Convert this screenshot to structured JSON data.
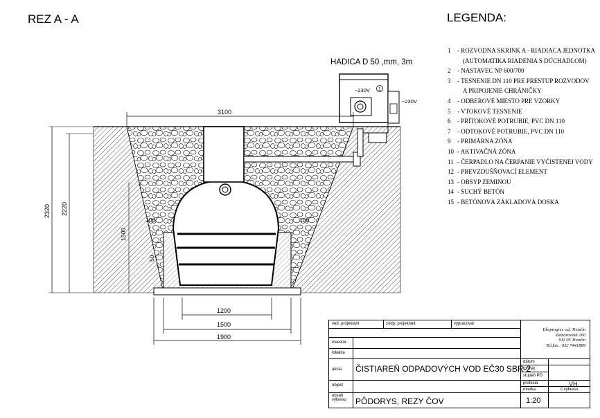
{
  "section_title": "REZ A - A",
  "legend_title": "LEGENDA:",
  "legend": [
    {
      "num": "1",
      "text": "- ROZVODNA SKRINK A - RIADIACA JEDNOTKA"
    },
    {
      "num": "",
      "text": "(AUTOMATIKA RIADENIA S DÚCHADLOM)"
    },
    {
      "num": "2",
      "text": "- NASTAVEC NP 600/700"
    },
    {
      "num": "3",
      "text": "- TESNENIE DN 110 PRE PRESTUP ROZVODOV"
    },
    {
      "num": "",
      "text": "A PRIPOJENIE CHRÁNIČKY"
    },
    {
      "num": "4",
      "text": "- ODBEROVÉ MIESTO PRE VZORKY"
    },
    {
      "num": "5",
      "text": "- VTOKOVÉ TESNENIE"
    },
    {
      "num": "6",
      "text": "- PRÍTOKOVÉ POTRUBIE, PVC DN 110"
    },
    {
      "num": "7",
      "text": "- ODTOKOVÉ POTRUBIE, PVC DN 110"
    },
    {
      "num": "9",
      "text": "- PRIMÁRNA ZÓNA"
    },
    {
      "num": "10",
      "text": "- AKTIVAČNÁ ZÓNA"
    },
    {
      "num": "11",
      "text": "- ČERPADLO NA ČERPANIE VYČISTENEJ VODY"
    },
    {
      "num": "12",
      "text": "- PREVZDUŠŇOVACÍ ELEMENT"
    },
    {
      "num": "13",
      "text": "- OBSYP ZEMINOU"
    },
    {
      "num": "14",
      "text": "- SUCHÝ BETÓN"
    },
    {
      "num": "15",
      "text": "- BETÓNOVÁ ZÁKLADOVÁ DOSKA"
    }
  ],
  "drawing": {
    "hose_label": "HADICA D 50 ,mm, 3m",
    "voltage_box": "~230V",
    "voltage_side": "~230V",
    "circled_num": "1",
    "dim_top": "3100",
    "dim_2320": "2320",
    "dim_2220": "2220",
    "dim_1500v": "1500",
    "dim_100a": "100",
    "dim_100b": "100",
    "dim_50": "50",
    "dim_1200": "1200",
    "dim_1500h": "1500",
    "dim_1900": "1900"
  },
  "title_block": {
    "ved_projektant": "ved. projektant",
    "zodp_projektant": "zodp. projektant",
    "vypracoval": "vypracoval",
    "investor": "investor",
    "lokalita": "lokalita",
    "akcia": "akcia",
    "objekt": "objekt",
    "obsah_1": "obsah",
    "obsah_2": "výkresu",
    "project_name": "ČISTIAREŇ ODPADOVÝCH VOD  EČ30 SBR-2",
    "drawing_name": "PÔDORYS, REZY ČOV",
    "company_1": "Ekoprogres v.d. Trenčín",
    "company_2": "Zamarovská 260",
    "company_3": "911 05 Trenčín",
    "company_4": "Tel.fax.: 032 7441889",
    "datum": "dátum",
    "format": "formát",
    "stupen": "stupeň  PD",
    "profesia": "profesia",
    "profesia_val": "VH",
    "mierka": "mierka",
    "c_vykresu": "č.výkresu",
    "scale": "1:20"
  }
}
